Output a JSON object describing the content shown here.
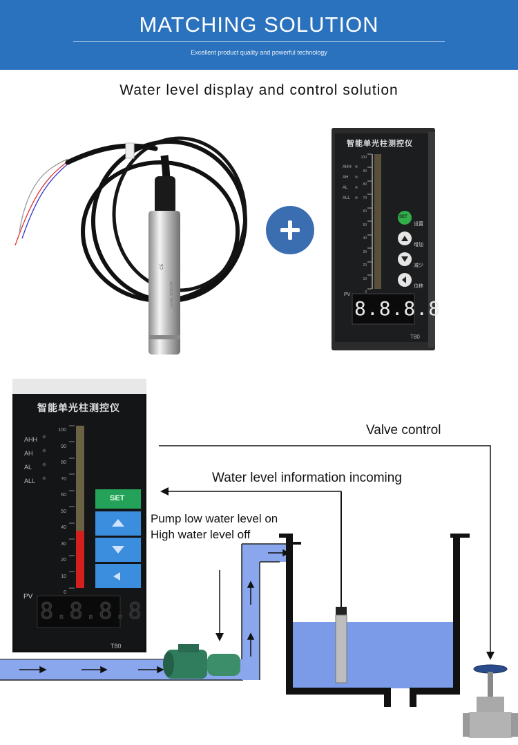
{
  "header": {
    "title": "MATCHING SOLUTION",
    "subtitle": "Excellent product quality and powerful technology"
  },
  "section": {
    "title": "Water level display and control solution"
  },
  "controller_small": {
    "name": "智能单光柱测控仪",
    "model": "T80",
    "pv_label": "PV",
    "alarms": [
      "AHH",
      "AH",
      "AL",
      "ALL"
    ],
    "scale": [
      "100",
      "90",
      "80",
      "70",
      "60",
      "50",
      "40",
      "30",
      "20",
      "10",
      "0"
    ],
    "buttons": [
      "设置",
      "增加",
      "减少",
      "位移"
    ],
    "set_label": "SET",
    "display": "8.8.8.8"
  },
  "controller_large": {
    "name": "智能单光柱测控仪",
    "model": "T80",
    "pv_label": "PV",
    "alarms": [
      "AHH",
      "AH",
      "AL",
      "ALL"
    ],
    "scale": [
      "100",
      "90",
      "80",
      "70",
      "60",
      "50",
      "40",
      "30",
      "20",
      "10",
      "0"
    ],
    "set_label": "SET",
    "display": "8.8.8.8"
  },
  "diagram": {
    "valve_control": "Valve control",
    "water_level_info": "Water level information incoming",
    "pump_line1": "Pump low water level on",
    "pump_line2": "High water level off"
  },
  "colors": {
    "banner": "#2a72bd",
    "plus": "#3b6eb0",
    "water": "#7b9be8",
    "pipe": "#8aa6ec"
  },
  "icons": [
    "plus-icon",
    "pressure-sensor",
    "level-controller",
    "water-pump",
    "gate-valve"
  ]
}
